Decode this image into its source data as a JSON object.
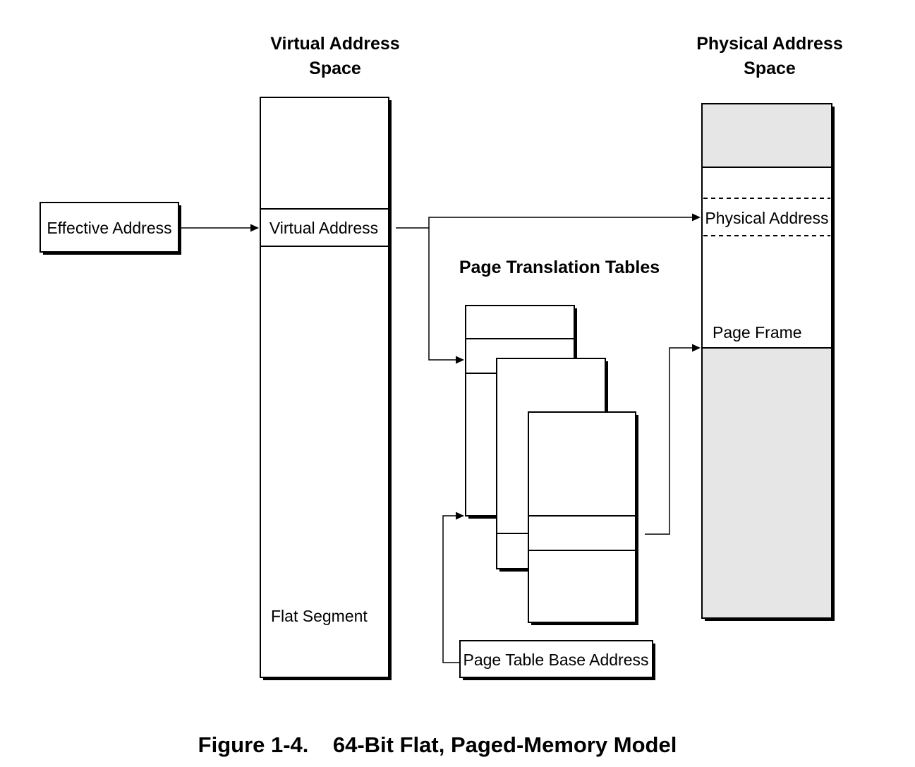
{
  "headers": {
    "virtual_space": [
      "Virtual Address",
      "Space"
    ],
    "physical_space": [
      "Physical Address",
      "Space"
    ],
    "page_tables": "Page Translation Tables"
  },
  "labels": {
    "effective_address": "Effective Address",
    "virtual_address": "Virtual Address",
    "flat_segment": "Flat Segment",
    "physical_address": "Physical Address",
    "page_frame": "Page Frame",
    "page_table_base": "Page Table Base Address"
  },
  "caption": "Figure 1-4.    64-Bit Flat, Paged-Memory Model",
  "colors": {
    "line": "#000000",
    "shaded_region": "#e6e6e6",
    "background": "#ffffff"
  }
}
